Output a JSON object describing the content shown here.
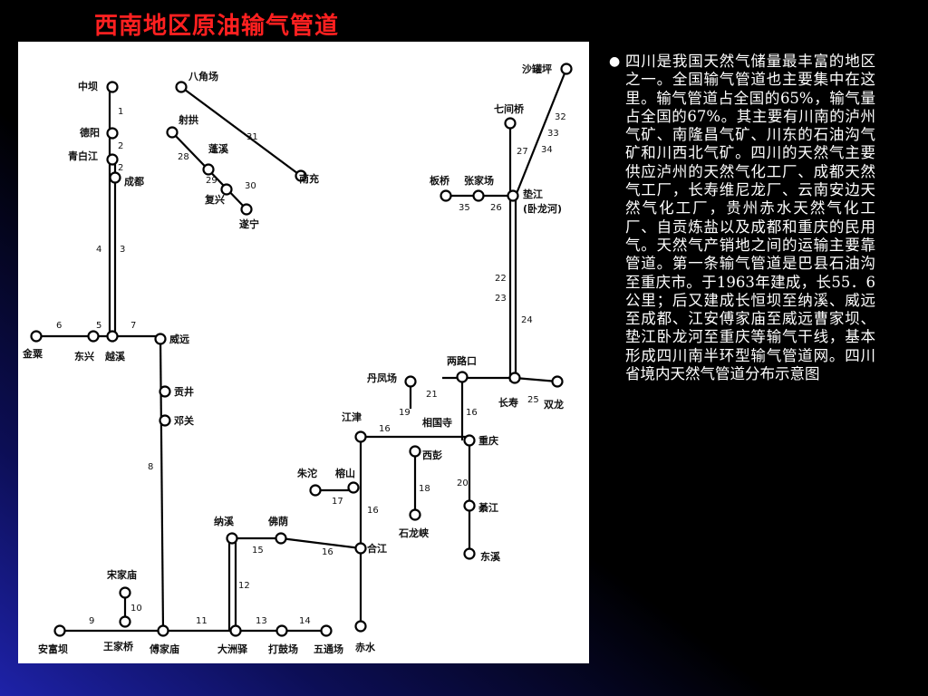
{
  "slide": {
    "title": "西南地区原油输气管道",
    "bullet_icon": "bullet-dot-icon",
    "body": "四川是我国天然气储量最丰富的地区之一。全国输气管道也主要集中在这里。输气管道占全国的65%，输气量占全国的67%。其主要有川南的泸州气矿、南隆昌气矿、川东的石油沟气矿和川西北气矿。四川的天然气主要供应泸州的天然气化工厂、成都天然气工厂，长寿维尼龙厂、云南安边天然气化工厂，贵州赤水天然气化工厂、自贡炼盐以及成都和重庆的民用气。天然气产销地之间的运输主要靠管道。第一条输气管道是巴县石油沟至重庆市。于1963年建成，长55．6公里；后又建成长恒坝至纳溪、威远至成都、江安傅家庙至威远曹家坝、垫江卧龙河至重庆等输气干线，基本形成四川南半环型输气管道网。四川省境内天然气管道分布示意图"
  },
  "diagram": {
    "stations": {
      "zhongba": "中坝",
      "deyang": "德阳",
      "qingbaijiang": "青白江",
      "chengdu": "成都",
      "jinsu": "金粟",
      "dongxing": "东兴",
      "yuexi": "越溪",
      "weiyuan": "威远",
      "gongjing": "贡井",
      "dengguan": "邓关",
      "anfuba": "安富坝",
      "wangjiaqiao": "王家桥",
      "songjiamiao": "宋家庙",
      "fujiamiao": "傅家庙",
      "daxiangyi": "大洲驿",
      "dagumiao": "打鼓场",
      "wutongchang": "五通场",
      "najixi": "纳溪",
      "fozhen": "佛荫",
      "hejiang": "合江",
      "chishui": "赤水",
      "zhutuo": "朱沱",
      "shaoshan": "榕山",
      "jiangjin": "江津",
      "chongqing": "重庆",
      "xipeng": "西彭",
      "shilongxia": "石龙峡",
      "qijiang": "綦江",
      "dongxi": "东溪",
      "danfengchang": "丹凤场",
      "xiangguosi": "相国寺",
      "lianglukou": "两路口",
      "changshou": "长寿",
      "shuanglong": "双龙",
      "banqiao": "板桥",
      "zhangjiachang": "张家场",
      "dianjiang": "垫江",
      "wolonghe": "(卧龙河)",
      "qijianqiao": "七间桥",
      "shaluoping": "沙罐坪",
      "bajiaochang": "八角场",
      "nanchong": "南充",
      "shegong": "射拱",
      "penxi": "蓬溪",
      "fuxing": "复兴",
      "suining": "遂宁"
    },
    "line_numbers": [
      "1",
      "2",
      "2",
      "3",
      "4",
      "5",
      "6",
      "7",
      "8",
      "9",
      "10",
      "11",
      "12",
      "13",
      "14",
      "15",
      "16",
      "16",
      "16",
      "16",
      "17",
      "18",
      "19",
      "20",
      "21",
      "22",
      "23",
      "24",
      "25",
      "26",
      "27",
      "28",
      "29",
      "30",
      "31",
      "32",
      "33",
      "34",
      "35"
    ]
  }
}
